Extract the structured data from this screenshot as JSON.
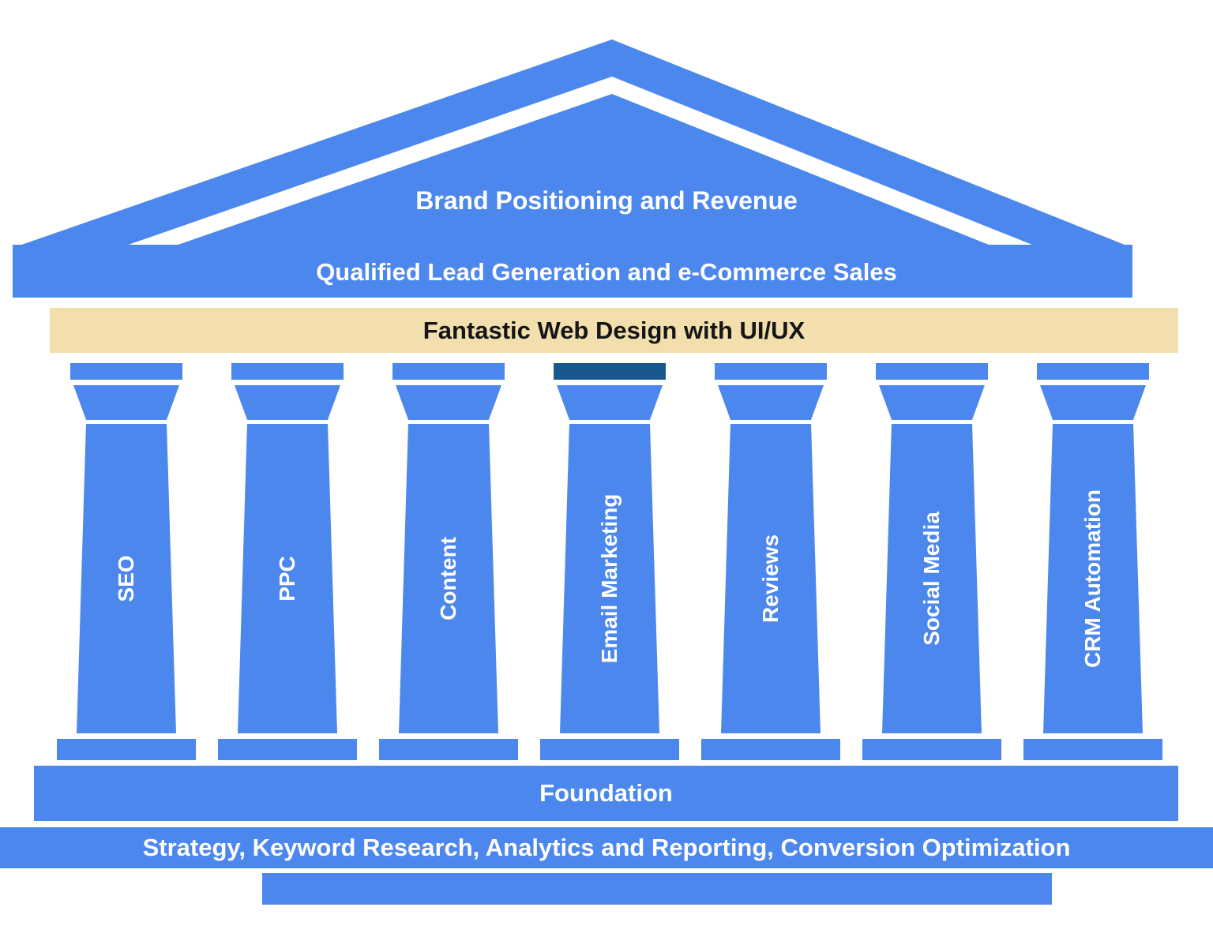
{
  "colors": {
    "blue": "#4C87EE",
    "dark_blue": "#17598E",
    "tan": "#F2DFAD"
  },
  "pediment": {
    "title": "Brand Positioning and Revenue"
  },
  "architrave": {
    "label": "Qualified Lead Generation and e-Commerce Sales"
  },
  "web_design_band": {
    "label": "Fantastic Web Design with UI/UX"
  },
  "pillars": [
    {
      "label": "SEO",
      "cap_dark": false
    },
    {
      "label": "PPC",
      "cap_dark": false
    },
    {
      "label": "Content",
      "cap_dark": false
    },
    {
      "label": "Email Marketing",
      "cap_dark": true
    },
    {
      "label": "Reviews",
      "cap_dark": false
    },
    {
      "label": "Social Media",
      "cap_dark": false
    },
    {
      "label": "CRM Automation",
      "cap_dark": false
    }
  ],
  "foundation": {
    "label": "Foundation"
  },
  "base_bar": {
    "label": "Strategy, Keyword Research, Analytics and Reporting, Conversion Optimization"
  }
}
